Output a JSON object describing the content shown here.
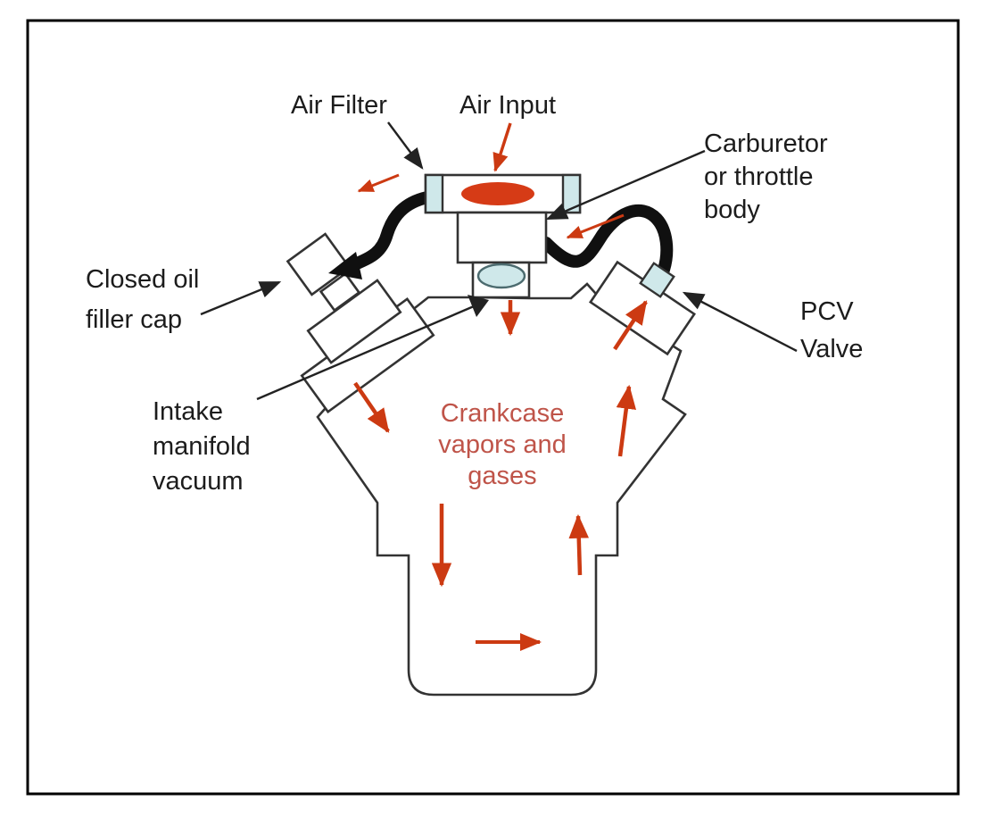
{
  "diagram": {
    "title": "PCV system airflow diagram",
    "labels": {
      "air_filter": "Air Filter",
      "air_input": "Air Input",
      "carburetor": "Carburetor\nor throttle\nbody",
      "closed_oil_filler_cap": "Closed oil\nfiller cap",
      "pcv_valve": "PCV\nValve",
      "intake_manifold_vacuum": "Intake\nmanifold\nvacuum",
      "crankcase_vapors": "Crankcase\nvapors and\ngases"
    },
    "colors": {
      "flow_arrow": "#cc3a12",
      "crankcase_text": "#bf5449",
      "component_fill": "#cfe8ea",
      "air_oval": "#d63b16",
      "outline": "#333333",
      "pointer": "#222222"
    }
  }
}
